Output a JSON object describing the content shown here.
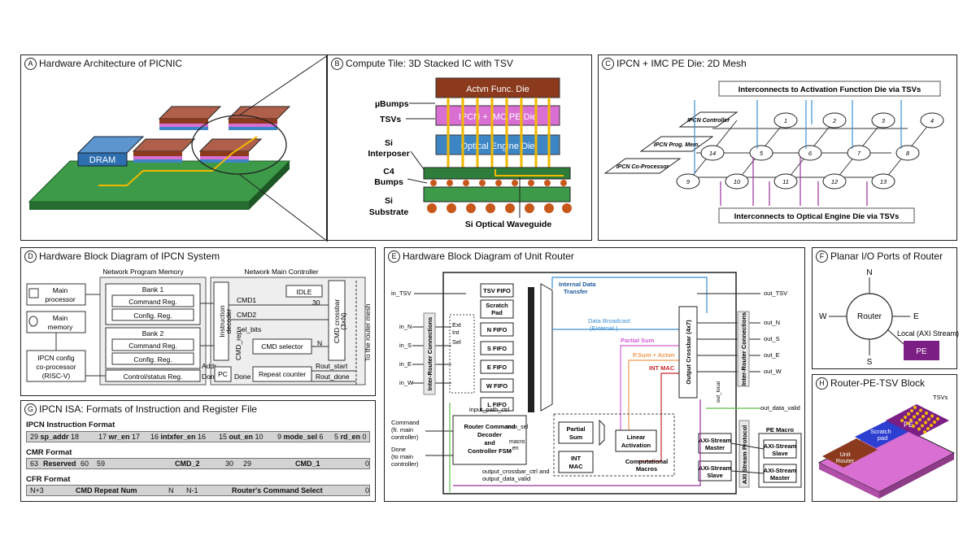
{
  "panels": {
    "a": {
      "letter": "A",
      "title": "Hardware Architecture of PICNIC",
      "dram": "DRAM"
    },
    "b": {
      "letter": "B",
      "title": "Compute Tile: 3D Stacked IC with TSV",
      "actvn_die": "Actvn Func. Die",
      "ipcn_die": "IPCN + IMC PE Die",
      "optical_die": "Optical Engine Die",
      "ubumps": "µBumps",
      "tsvs": "TSVs",
      "si_interposer_1": "Si",
      "si_interposer_2": "Interposer",
      "c4_1": "C4",
      "c4_2": "Bumps",
      "substrate_1": "Si",
      "substrate_2": "Substrate",
      "waveguide": "Si Optical Waveguide"
    },
    "c": {
      "letter": "C",
      "title": "IPCN + IMC PE Die: 2D Mesh",
      "top_interconnect": "Interconnects to Activation Function Die via TSVs",
      "bottom_interconnect": "Interconnects to Optical Engine Die via TSVs",
      "ctrl1": "IPCN Controller",
      "ctrl2": "IPCN Prog. Mem.",
      "ctrl3": "IPCN Co-Processor",
      "nodes": [
        "1",
        "2",
        "3",
        "4",
        "5",
        "6",
        "7",
        "8",
        "9",
        "10",
        "11",
        "12",
        "13",
        "14"
      ]
    },
    "d": {
      "letter": "D",
      "title": "Hardware Block Diagram of IPCN System",
      "npm": "Network Program Memory",
      "nmc": "Network Main Controller",
      "main_proc_1": "Main",
      "main_proc_2": "processor",
      "main_mem_1": "Main",
      "main_mem_2": "memory",
      "cfg_1": "IPCN config",
      "cfg_2": "co-processor",
      "cfg_3": "(RISC-V)",
      "bank1": "Bank 1",
      "bank2": "Bank 2",
      "cmd_reg": "Command Reg.",
      "config_reg": "Config. Reg.",
      "ctrl_status": "Control/status Reg.",
      "instr_decoder_1": "Instruction",
      "instr_decoder_2": "decoder",
      "idle": "IDLE",
      "cmd1": "CMD1",
      "cmd2": "CMD2",
      "sel_bits": "Sel_bits",
      "cmd_rep": "CMD_rep",
      "cmd_selector": "CMD selector",
      "n": "N",
      "n30": "30",
      "crossbar_1": "CMD crossbar",
      "crossbar_2": "(3×N)",
      "addr": "Addr.",
      "done": "Done",
      "pc": "PC",
      "done2": "Done",
      "repeat_counter": "Repeat counter",
      "rout_start": "Rout_start",
      "rout_done": "Rout_done",
      "mesh": "To the router mesh"
    },
    "e": {
      "letter": "E",
      "title": "Hardware Block Diagram of Unit Router",
      "in_tsv": "in_TSV",
      "in_n": "in_N",
      "in_s": "in_S",
      "in_e": "in_E",
      "in_w": "in_W",
      "inter_router_left": "Inter-Router Connections",
      "inter_router_right": "Inter-Router Connections",
      "tsv_fifo": "TSV FIFO",
      "scratch_1": "Scratch",
      "scratch_2": "Pad",
      "n_fifo": "N FIFO",
      "s_fifo": "S FIFO",
      "e_fifo": "E FIFO",
      "w_fifo": "W FIFO",
      "l_fifo": "L FIFO",
      "ext": "Ext",
      "int": "Int",
      "sel": "Sel",
      "internal_1": "Internal Data",
      "internal_2": "Transfer",
      "broadcast_1": "Data Broadcast",
      "broadcast_2": "(External )",
      "partial_sum": "Partial Sum",
      "psum_actvn": "P.Sum + Actvn",
      "int_mac": "INT MAC",
      "crossbar": "Output Crossbar (4x7)",
      "out_local": "out_local",
      "out_tsv": "out_TSV",
      "out_n": "out_N",
      "out_s": "out_S",
      "out_e": "out_E",
      "out_w": "out_W",
      "out_data_valid": "out_data_valid",
      "cmd_1": "Command",
      "cmd_2": "(fr. main",
      "cmd_3": "controller)",
      "done_1": "Done",
      "done_2": "(to main",
      "done_3": "controller)",
      "fsm_1": "Router Command",
      "fsm_2": "Decoder",
      "fsm_3": "and",
      "fsm_4": "Controller FSM",
      "input_path_ctrl": "input_path_ctrl",
      "mux_sel": "mux_sel",
      "macro_en_1": "macro",
      "macro_en_2": "_en",
      "psum_block_1": "Partial",
      "psum_block_2": "Sum",
      "linear_1": "Linear",
      "linear_2": "Activation",
      "int_mac_1": "INT",
      "int_mac_2": "MAC",
      "comp_macros_1": "Computational",
      "comp_macros_2": "Macros",
      "out_ctrl_1": "output_crossbar_ctrl and",
      "out_ctrl_2": "output_data_valid",
      "axi_master_1": "AXI-Stream",
      "axi_master_2": "Master",
      "axi_slave_1": "AXI-Stream",
      "axi_slave_2": "Slave",
      "axi_protocol": "AXI Stream Protocol",
      "pe_macro": "PE Macro",
      "pe_slave_1": "AXI-Stream",
      "pe_slave_2": "Slave",
      "pe_master_1": "AXI-Stream",
      "pe_master_2": "Master"
    },
    "f": {
      "letter": "F",
      "title": "Planar I/O Ports of Router",
      "n": "N",
      "s": "S",
      "e": "E",
      "w": "W",
      "router": "Router",
      "local": "Local (AXI Stream)",
      "pe": "PE"
    },
    "g": {
      "letter": "G",
      "title": "IPCN ISA: Formats of Instruction and Register File",
      "instr_header": "IPCN Instruction Format",
      "cmr_header": "CMR Format",
      "cfr_header": "CFR Format",
      "instr": [
        {
          "hi": "29",
          "name": "sp_addr",
          "lo": "18"
        },
        {
          "hi": "17",
          "name": "wr_en",
          "lo": "17"
        },
        {
          "hi": "16",
          "name": "intxfer_en",
          "lo": "16"
        },
        {
          "hi": "15",
          "name": "out_en",
          "lo": "10"
        },
        {
          "hi": "9",
          "name": "mode_sel",
          "lo": "6"
        },
        {
          "hi": "5",
          "name": "rd_en",
          "lo": "0"
        }
      ],
      "cmr": {
        "a_hi": "63",
        "a_name": "Reserved",
        "a_lo": "60",
        "b_hi": "59",
        "b_name": "CMD_2",
        "b_lo": "30",
        "c_hi": "29",
        "c_name": "CMD_1",
        "c_lo": "0"
      },
      "cfr": {
        "a_hi": "N+3",
        "a_name": "CMD Repeat Num",
        "a_lo": "N",
        "b_hi": "N-1",
        "b_name": "Router's Command Select",
        "b_lo": "0"
      }
    },
    "h": {
      "letter": "H",
      "title": "Router-PE-TSV Block",
      "unit_router_1": "Unit",
      "unit_router_2": "Router",
      "scratch_1": "Scratch",
      "scratch_2": "pad",
      "pe": "PE",
      "tsvs": "TSVs"
    }
  },
  "colors": {
    "board_green": "#2f7d3a",
    "dram_blue": "#2e6fb0",
    "actvn": "#8b3a1e",
    "ipcn_pink": "#d96fd2",
    "optical_blue": "#3d86c6",
    "tsv_yellow": "#f2b800",
    "bump": "#c8581a",
    "broadcast_blue": "#3c8fd1",
    "psum_pink": "#d35fd4",
    "psum_actvn_orange": "#f29a52",
    "int_mac_red": "#c7282a",
    "valid_green": "#5bbf45",
    "pe_purple": "#7b1f85"
  }
}
